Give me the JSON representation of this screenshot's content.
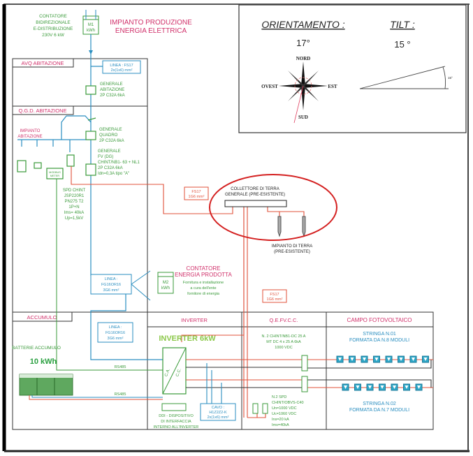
{
  "title": "IMPIANTO PRODUZIONE ENERGIA ELETTRICA",
  "title_lines": [
    "IMPIANTO PRODUZIONE",
    "ENERGIA ELETTRICA"
  ],
  "colors": {
    "green": "#3a9a3a",
    "pink": "#d0306a",
    "blue": "#2a8ec0",
    "red": "#e0503a",
    "highlight_ellipse": "#d42020",
    "battery_green": "#5fa85f",
    "string_module": "#2fa8c8"
  },
  "meter_m1": {
    "label_lines": [
      "CONTATORE",
      "BIDIREZIONALE",
      "E-DISTRIBUZIONE",
      "230V 6 kW"
    ],
    "box_lines": [
      "M1",
      "kWh"
    ]
  },
  "sections": {
    "avq": "AVQ  ABITAZIONE",
    "qgd": "Q.G.D. ABITAZIONE",
    "accumulo": "ACCUMULO",
    "inverter": "INVERTER",
    "qefvcc": "Q.E.FV.C.C.",
    "campo": "CAMPO FOTOVOLTAICO"
  },
  "linea_fs17": [
    "LINEA : FS17",
    "2x(1x6) mm²"
  ],
  "generale_abitazione": [
    "GENERALE",
    "ABITAZIONE",
    "2P C32A 6kA"
  ],
  "impianto_abitazione": [
    "IMPIANTO",
    "ABITAZIONE"
  ],
  "generale_quadro": [
    "GENERALE",
    "QUADRO",
    "2P C32A 6kA"
  ],
  "generale_fv": [
    "GENERALE",
    "FV (DG)",
    "CHINT/NB1- 63 + NL1",
    "2P  C32A  6kA",
    "Idn=0,3A tipo \"A\""
  ],
  "modbus_meter": [
    "MODBUS",
    "METER"
  ],
  "spd_chint": [
    "SPD CHINT",
    "JSP220R1",
    "PN275 T2",
    "1P+N",
    "Ims= 40kA",
    "Up=1,5kV"
  ],
  "fs17_top": [
    "FS17",
    "1G6 mm²"
  ],
  "fs17_bottom": [
    "FS17",
    "1G6 mm²"
  ],
  "collettore": [
    "COLLETTORE DI TERRA",
    "GENERALE (PRE-ESISTENTE)"
  ],
  "impianto_terra": [
    "IMPIANTO DI TERRA",
    "(PRE-ESISTENTE)"
  ],
  "linea_fg16_top": [
    "LINEA :",
    "FG16OR16",
    "3G6 mm²"
  ],
  "meter_m2": {
    "box_lines": [
      "M2",
      "kWh"
    ],
    "title_lines": [
      "CONTATORE",
      "ENERGIA PRODOTTA"
    ],
    "desc_lines": [
      "Fornitura e installazione",
      "a cura dell'ente",
      "fornitore di energia"
    ]
  },
  "orientation": {
    "label": "ORIENTAMENTO :",
    "value": "17°",
    "compass": {
      "north": "NORD",
      "south": "SUD",
      "east": "EST",
      "west": "OVEST"
    },
    "azimuth_deg": 17
  },
  "tilt": {
    "label": "TILT :",
    "value": "15 °",
    "angle_label": "15°",
    "angle_deg": 15
  },
  "accumulo": {
    "batteries_label": "BATTERIE ACCUMULO",
    "capacity": "10 kWh",
    "rs485_top": "RS485",
    "rs485_bottom": "RS485"
  },
  "linea_fg16_bottom": [
    "LINEA :",
    "FG16OR16",
    "3G6 mm²"
  ],
  "inverter": {
    "model": "INVERTER 6kW",
    "ca": "C.A.",
    "cc": "C.C.",
    "ddi_lines": [
      "DDI - DISPOSITIVO",
      "DI INTERFACCIA",
      "INTERNO ALL'INVERTER"
    ],
    "cavo": [
      "CAVO :",
      "H1Z2Z2-K",
      "2x(1x6) mm²"
    ]
  },
  "qefvcc": {
    "breakers": [
      "N. 2 CHINT/NB1-DC 25 A",
      "MT DC 4 x 25 A  6kA",
      "1000 VDC"
    ],
    "spd": [
      "N.2 SPD",
      "CHINT/OBVS-C40",
      "Un=1000 VDC",
      "Uc=1060 VDC",
      "Ins=20 kA",
      "Ims=40kA"
    ]
  },
  "campo": {
    "string1": [
      "STRINGA N.01",
      "FORMATA DA N.8 MODULI"
    ],
    "string2": [
      "STRINGA N.02",
      "FORMATA DA N.7 MODULI"
    ],
    "string1_modules": 8,
    "string2_modules": 7
  }
}
